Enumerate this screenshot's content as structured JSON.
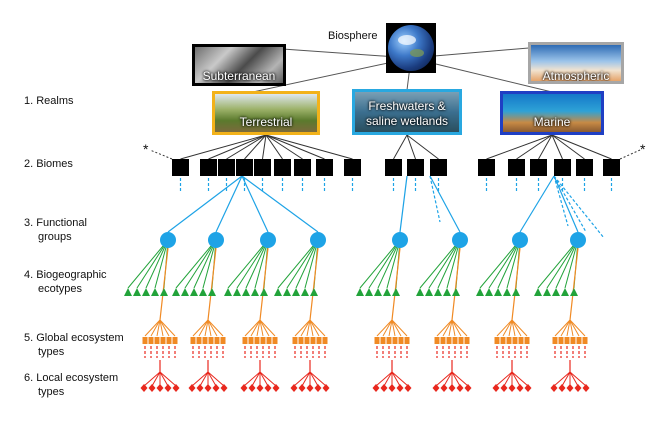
{
  "root": {
    "label": "Biosphere"
  },
  "realms_top": [
    {
      "label": "Subterranean",
      "border": "#000000"
    },
    {
      "label": "Atmospheric",
      "border": "#a6a6a6"
    }
  ],
  "realms_main": [
    {
      "label": "Terrestrial",
      "border": "#f2b21a"
    },
    {
      "label": "Freshwaters & saline wetlands",
      "line1": "Freshwaters &",
      "line2": "saline wetlands",
      "border": "#29a8e0"
    },
    {
      "label": "Marine",
      "border": "#1f3fc4"
    }
  ],
  "levels": [
    {
      "label": "1. Realms"
    },
    {
      "label": "2. Biomes"
    },
    {
      "label": "3. Functional",
      "label2": "groups"
    },
    {
      "label": "4. Biogeographic",
      "label2": "ecotypes"
    },
    {
      "label": "5. Global ecosystem",
      "label2": "types"
    },
    {
      "label": "6. Local ecosystem",
      "label2": "types"
    }
  ],
  "colors": {
    "biome": "#000000",
    "functional_group": "#1ea3e6",
    "ecotype": "#22a33a",
    "global_type": "#f08a24",
    "local_type": "#e8281e",
    "dashed": "#1ea3e6"
  },
  "marks": {
    "asterisk": "*"
  }
}
